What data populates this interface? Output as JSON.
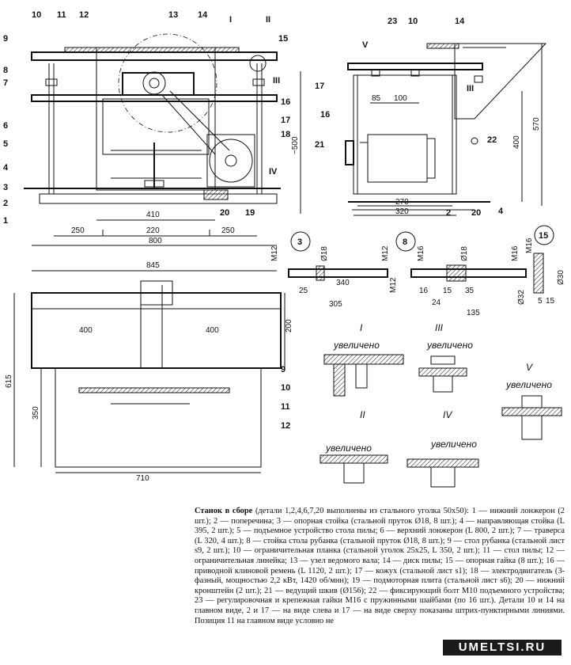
{
  "callouts": {
    "front": [
      "9",
      "10",
      "11",
      "12",
      "13",
      "14",
      "I",
      "II",
      "15",
      "8",
      "7",
      "6",
      "III",
      "16",
      "17",
      "18",
      "5",
      "4",
      "3",
      "2",
      "1",
      "IV",
      "20",
      "19"
    ],
    "side": [
      "V",
      "23",
      "10",
      "14",
      "17",
      "16",
      "21",
      "22",
      "2",
      "20",
      "4",
      "III"
    ],
    "plan": [
      "9",
      "10",
      "11",
      "12"
    ]
  },
  "dimensions": {
    "front": [
      "410",
      "220",
      "250",
      "250",
      "800"
    ],
    "side": [
      "85",
      "100",
      "270",
      "320",
      "~500",
      "400",
      "570"
    ],
    "plan": [
      "845",
      "400",
      "400",
      "200",
      "615",
      "350",
      "710"
    ],
    "detail3": [
      "3",
      "M12",
      "Ø18",
      "M12",
      "340",
      "25",
      "305",
      "M12"
    ],
    "detail8": [
      "8",
      "M16",
      "Ø18",
      "M16",
      "15",
      "35",
      "16",
      "24",
      "135"
    ],
    "detail15": [
      "15",
      "M16",
      "Ø30",
      "Ø32",
      "5",
      "15"
    ]
  },
  "zoom": {
    "I": "I",
    "II": "II",
    "III": "III",
    "IV": "IV",
    "V": "V",
    "label": "увеличено"
  },
  "legend": {
    "title": "Станок в сборе",
    "intro": " (детали 1,2,4,6,7,20 выполнены из стального уголка 50х50):",
    "body": "1 — нижний лонжерон (2 шт.); 2 — поперечина; 3 — опорная стойка (стальной пруток Ø18, 8 шт.); 4 — направляющая стойка (L 395, 2 шт.); 5 — подъемное устройство стола пилы; 6 — верхний лонжерон (L 800, 2 шт.); 7 — траверса (L 320, 4 шт.); 8 — стойка стола рубанка (стальной пруток Ø18, 8 шт.); 9 — стол рубанка (стальной лист s9, 2 шт.); 10 — ограничительная планка (стальной уголок 25х25, L 350, 2 шт.); 11 — стол пилы; 12 — ограничительная линейка; 13 — узел ведомого вала; 14 — диск пилы; 15 — опорная гайка (8 шт.); 16 — приводной клиновой ремень (L 1120, 2 шт.); 17 — кожух (стальной лист s1); 18 — электродвигатель (3-фазный, мощностью 2,2 кВт, 1420 об/мин); 19 — подмоторная плита (стальной лист s6); 20 — нижний кронштейн (2 шт.); 21 — ведущий шкив (Ø156); 22 — фиксирующий болт М10 подъемного устройства; 23 — регулировочная и крепежная гайки М16 с пружинными шайбами (по 16 шт.).",
    "note": "Детали 10 и 14 на главном виде, 2 и 17 — на виде слева и 17 — на виде сверху показаны штрих-пунктирными линиями. Позиция 11 на главном виде условно не"
  },
  "watermark": "UMELTSI.RU"
}
